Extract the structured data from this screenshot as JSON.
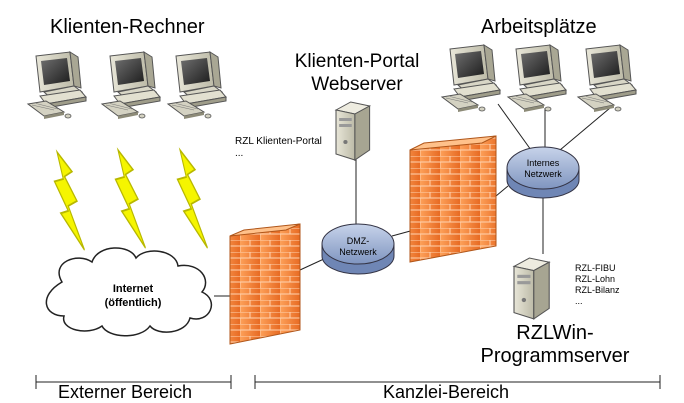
{
  "labels": {
    "clients_title": "Klienten-Rechner",
    "workstations_title": "Arbeitsplätze",
    "portal_title_1": "Klienten-Portal",
    "portal_title_2": "Webserver",
    "portal_line1": "RZL Klienten-Portal",
    "portal_line2": "...",
    "internet_1": "Internet",
    "internet_2": "(öffentlich)",
    "dmz_1": "DMZ-",
    "dmz_2": "Netzwerk",
    "internal_1": "Internes",
    "internal_2": "Netzwerk",
    "program_items": [
      "RZL-FIBU",
      "RZL-Lohn",
      "RZL-Bilanz",
      "..."
    ],
    "program_title_1": "RZLWin-",
    "program_title_2": "Programmserver",
    "external_area": "Externer Bereich",
    "office_area": "Kanzlei-Bereich"
  },
  "colors": {
    "lightning": "#f5f500",
    "firewall": "#f07a32",
    "network_disc": "#8fa3c8",
    "cloud_fill": "#ffffff"
  },
  "icons": [
    "computer-icon",
    "lightning-icon",
    "cloud-icon",
    "firewall-icon",
    "server-icon",
    "network-hub-icon"
  ]
}
